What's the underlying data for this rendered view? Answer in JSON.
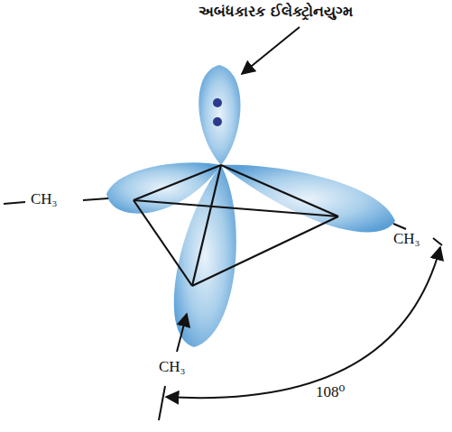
{
  "diagram": {
    "labels": [
      "અબંધકારક ઈલેક્ટ્રોનયુગ્મ",
      "CH₃",
      "CH₃",
      "CH₃",
      "108⁰"
    ]
  }
}
